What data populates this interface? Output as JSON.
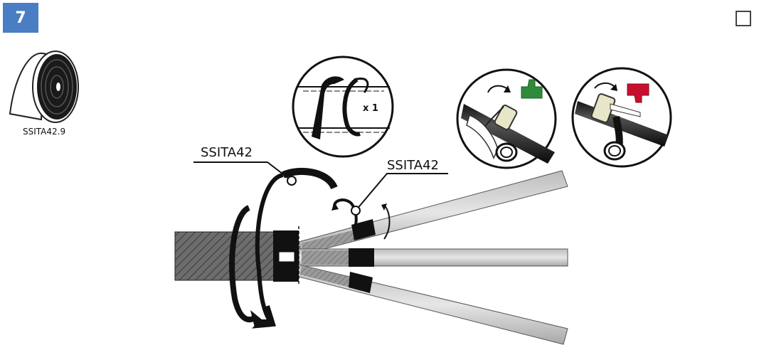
{
  "step": {
    "number": "7"
  },
  "product": {
    "code": "SSITA42.9"
  },
  "labels": {
    "main_tape": "SSITA42",
    "branch_tape": "SSITA42"
  },
  "detail": {
    "wraps": "x 1"
  },
  "colors": {
    "badge": "#4a7ec4",
    "ok": "#2e8b3a",
    "nok": "#c8102e"
  },
  "icons": {
    "ok": "thumbs-up-icon",
    "nok": "thumbs-down-icon"
  }
}
